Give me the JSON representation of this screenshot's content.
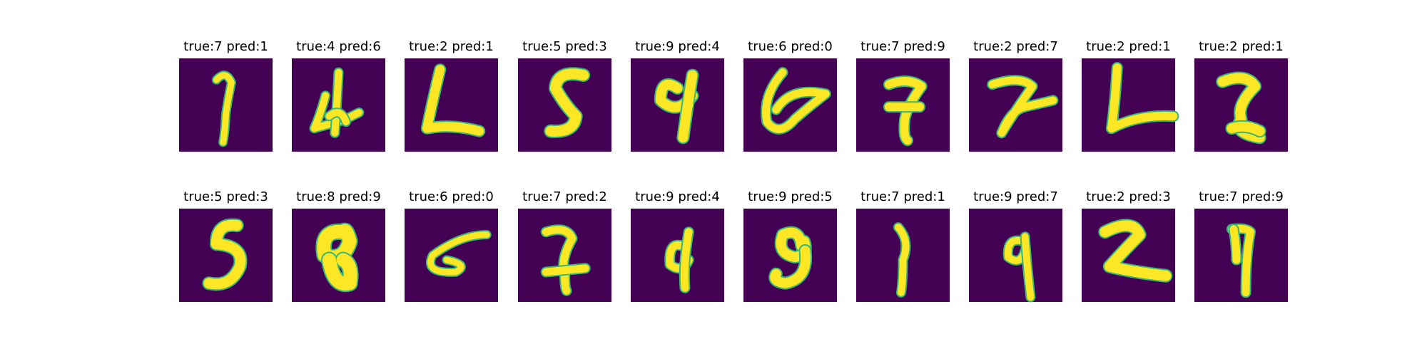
{
  "colors": {
    "background": "#440154",
    "digit": "#fde725",
    "digit_edge": "#35b779"
  },
  "rows": [
    [
      {
        "title": "true:7 pred:1"
      },
      {
        "title": "true:4 pred:6"
      },
      {
        "title": "true:2 pred:1"
      },
      {
        "title": "true:5 pred:3"
      },
      {
        "title": "true:9 pred:4"
      },
      {
        "title": "true:6 pred:0"
      },
      {
        "title": "true:7 pred:9"
      },
      {
        "title": "true:2 pred:7"
      },
      {
        "title": "true:2 pred:1"
      },
      {
        "title": "true:2 pred:1"
      }
    ],
    [
      {
        "title": "true:5 pred:3"
      },
      {
        "title": "true:8 pred:9"
      },
      {
        "title": "true:6 pred:0"
      },
      {
        "title": "true:7 pred:2"
      },
      {
        "title": "true:9 pred:4"
      },
      {
        "title": "true:9 pred:5"
      },
      {
        "title": "true:7 pred:1"
      },
      {
        "title": "true:9 pred:7"
      },
      {
        "title": "true:2 pred:3"
      },
      {
        "title": "true:7 pred:9"
      }
    ]
  ]
}
